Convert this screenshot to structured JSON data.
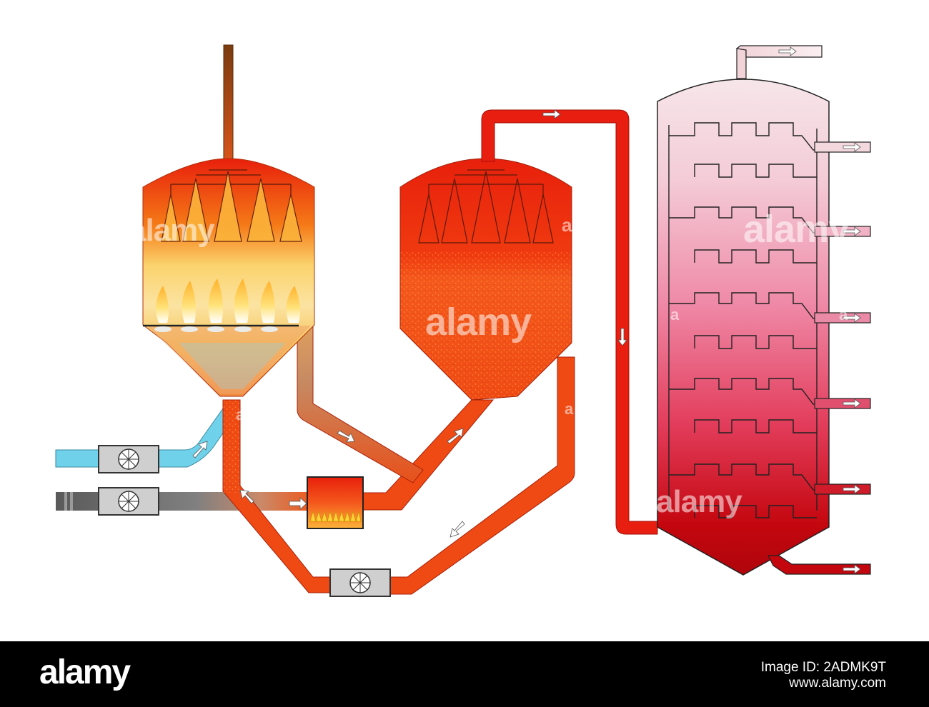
{
  "colors": {
    "reactor_red": "#e8200c",
    "pipe_red": "#e8370f",
    "feed_blue": "#6fd2ea",
    "gas_grey": "#6a6a6a",
    "column_top": "#f6e6e9",
    "column_mid": "#ef8aa8",
    "column_bottom": "#c4060e",
    "flame_yellow": "#ffd23a",
    "footer_bg": "#000000"
  },
  "icons": {
    "fan": "fan-icon",
    "flow_arrow": "flow-arrow-icon",
    "flame": "flame-icon"
  },
  "watermarks": [
    "alamy",
    "alamy",
    "alamy",
    "alamy",
    "alamy",
    "alamy",
    "a",
    "a",
    "a"
  ],
  "footer": {
    "logo": "alamy",
    "image_id": "Image ID: 2ADMK9T",
    "url": "www.alamy.com"
  }
}
